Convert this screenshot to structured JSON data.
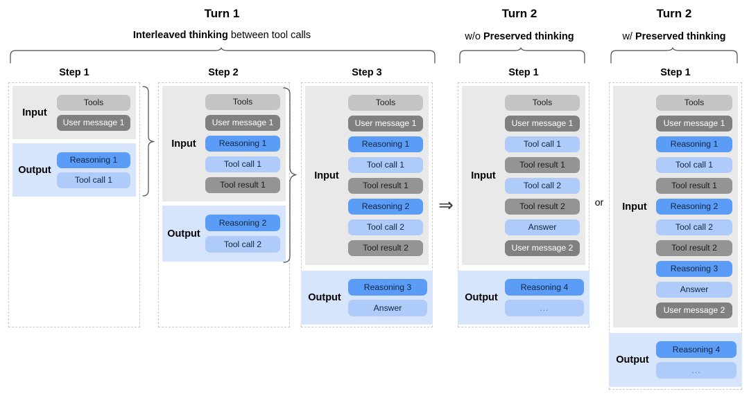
{
  "groups": [
    {
      "id": "turn1",
      "title": "Turn 1",
      "subtitle_bold": "Interleaved thinking",
      "subtitle_rest": " between tool calls"
    },
    {
      "id": "turn2-wo",
      "title": "Turn 2",
      "subtitle_pre": "w/o ",
      "subtitle_bold": "Preserved thinking"
    },
    {
      "id": "turn2-w",
      "title": "Turn 2",
      "subtitle_pre": "w/ ",
      "subtitle_bold": "Preserved thinking"
    }
  ],
  "labels": {
    "input": "Input",
    "output": "Output",
    "or": "or",
    "arrow": "⇒"
  },
  "columns": [
    {
      "id": "t1-step1",
      "step_title": "Step 1",
      "input": [
        "Tools",
        "User message 1"
      ],
      "input_kinds": [
        "tools",
        "usermsg"
      ],
      "output": [
        "Reasoning 1",
        "Tool call 1"
      ],
      "output_kinds": [
        "reasoning",
        "toolcall"
      ]
    },
    {
      "id": "t1-step2",
      "step_title": "Step 2",
      "input": [
        "Tools",
        "User message 1",
        "Reasoning 1",
        "Tool call 1",
        "Tool result 1"
      ],
      "input_kinds": [
        "tools",
        "usermsg",
        "reasoning",
        "toolcall",
        "toolresult"
      ],
      "output": [
        "Reasoning 2",
        "Tool call 2"
      ],
      "output_kinds": [
        "reasoning",
        "toolcall"
      ]
    },
    {
      "id": "t1-step3",
      "step_title": "Step 3",
      "input": [
        "Tools",
        "User message 1",
        "Reasoning 1",
        "Tool call 1",
        "Tool result 1",
        "Reasoning 2",
        "Tool call 2",
        "Tool result 2"
      ],
      "input_kinds": [
        "tools",
        "usermsg",
        "reasoning",
        "toolcall",
        "toolresult",
        "reasoning",
        "toolcall",
        "toolresult"
      ],
      "output": [
        "Reasoning 3",
        "Answer"
      ],
      "output_kinds": [
        "reasoning",
        "answer"
      ]
    },
    {
      "id": "t2wo-step1",
      "step_title": "Step 1",
      "input": [
        "Tools",
        "User message 1",
        "Tool call 1",
        "Tool result 1",
        "Tool call 2",
        "Tool result 2",
        "Answer",
        "User message 2"
      ],
      "input_kinds": [
        "tools",
        "usermsg",
        "toolcall",
        "toolresult",
        "toolcall",
        "toolresult",
        "answer",
        "usermsg"
      ],
      "output": [
        "Reasoning 4",
        "..."
      ],
      "output_kinds": [
        "reasoning",
        "ellipsis"
      ]
    },
    {
      "id": "t2w-step1",
      "step_title": "Step 1",
      "input": [
        "Tools",
        "User message 1",
        "Reasoning 1",
        "Tool call 1",
        "Tool result 1",
        "Reasoning 2",
        "Tool call 2",
        "Tool result 2",
        "Reasoning 3",
        "Answer",
        "User message 2"
      ],
      "input_kinds": [
        "tools",
        "usermsg",
        "reasoning",
        "toolcall",
        "toolresult",
        "reasoning",
        "toolcall",
        "toolresult",
        "reasoning",
        "answer",
        "usermsg"
      ],
      "output": [
        "Reasoning 4",
        "..."
      ],
      "output_kinds": [
        "reasoning",
        "ellipsis"
      ]
    }
  ],
  "colors": {
    "tools": "#c4c4c4",
    "user_message": "#808080",
    "tool_result": "#949494",
    "reasoning": "#5b9cf6",
    "tool_call": "#aecbf9",
    "input_block": "#e9e9e9",
    "output_block": "#d6e5fb",
    "dashed_border": "#c9c9c9"
  }
}
